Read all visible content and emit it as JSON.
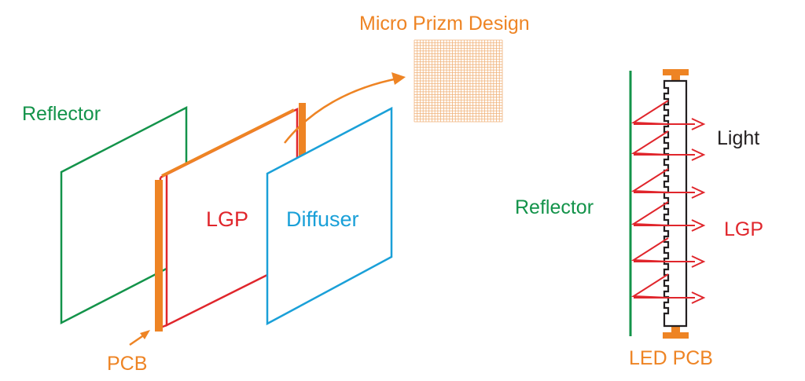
{
  "labels": {
    "reflector_left": "Reflector",
    "lgp_left": "LGP",
    "diffuser": "Diffuser",
    "pcb": "PCB",
    "micro_prizm": "Micro Prizm Design",
    "reflector_right": "Reflector",
    "light": "Light",
    "lgp_right": "LGP",
    "led_pcb": "LED PCB"
  },
  "colors": {
    "reflector": "#13934a",
    "lgp": "#e0262c",
    "diffuser": "#1aa0d8",
    "pcb": "#ee8424",
    "light_text": "#231f20",
    "outline": "#231f20",
    "grid": "#f0b27a"
  }
}
